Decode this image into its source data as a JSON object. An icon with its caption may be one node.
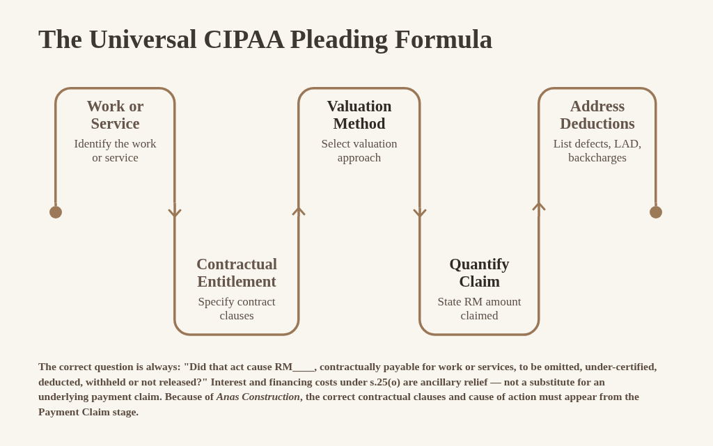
{
  "diagram": {
    "title": "The Universal CIPAA Pleading Formula",
    "nodes": [
      {
        "text": [],
        "shape": "circle"
      },
      {
        "text": [
          "Work or Service",
          "Identify the work or service"
        ]
      },
      {
        "text": [
          "Contractual Entitlement",
          "Specify contract clauses"
        ]
      },
      {
        "text": [
          "Valuation Method",
          "Select valuation approach"
        ]
      },
      {
        "text": [
          "Quantify Claim",
          "State RM amount claimed"
        ]
      },
      {
        "text": [
          "Address Deductions",
          "List defects, LAD, backcharges"
        ]
      },
      {
        "text": [],
        "shape": "circle"
      }
    ],
    "edges": [
      {
        "from": 0,
        "to": 1,
        "arrow": "none"
      },
      {
        "from": 1,
        "to": 2,
        "arrow": "to"
      },
      {
        "from": 2,
        "to": 3,
        "arrow": "to"
      },
      {
        "from": 3,
        "to": 4,
        "arrow": "to"
      },
      {
        "from": 4,
        "to": 5,
        "arrow": "to"
      },
      {
        "from": 5,
        "to": 6,
        "arrow": "none"
      }
    ],
    "caption": "The correct question is always: \"Did that act cause RM____, contractually payable for work or services, to be omitted, under-certified, deducted, withheld or not released?\" Interest and financing costs under s.25(o) are ancillary relief — not a substitute for an underlying payment claim. Because of *Anas Construction*, the correct contractual clauses and cause of action must appear from the Payment Claim stage."
  }
}
